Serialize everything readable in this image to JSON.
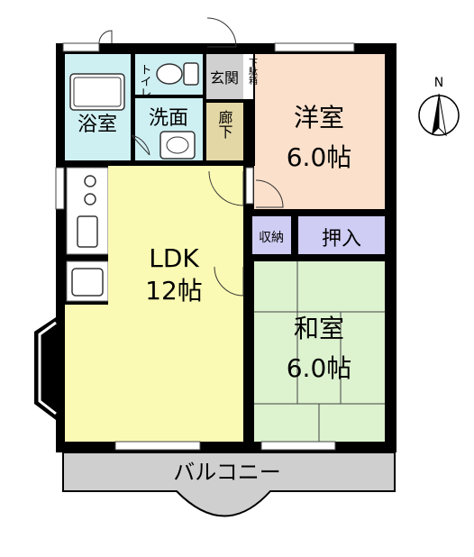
{
  "rooms": {
    "bath": "浴室",
    "toilet": "トイレ",
    "washroom": "洗面",
    "entrance": "玄関",
    "shoe_box": "下駄箱",
    "hallway": "廊下",
    "western_room": "洋室",
    "western_size": "6.0帖",
    "ldk": "LDK",
    "ldk_size": "12帖",
    "storage": "収納",
    "closet": "押入",
    "japanese_room": "和室",
    "japanese_size": "6.0帖",
    "balcony": "バルコニー"
  },
  "compass": {
    "label": "N"
  },
  "colors": {
    "wall": "#000000",
    "western": "#fbe0cb",
    "ldk": "#fafab4",
    "japanese": "#ddf2cf",
    "wet": "#cff0f3",
    "hall": "#e3d7a6",
    "entrance": "#d0d0d0",
    "storage": "#cfcdf3",
    "balcony": "#cfcfcf"
  }
}
